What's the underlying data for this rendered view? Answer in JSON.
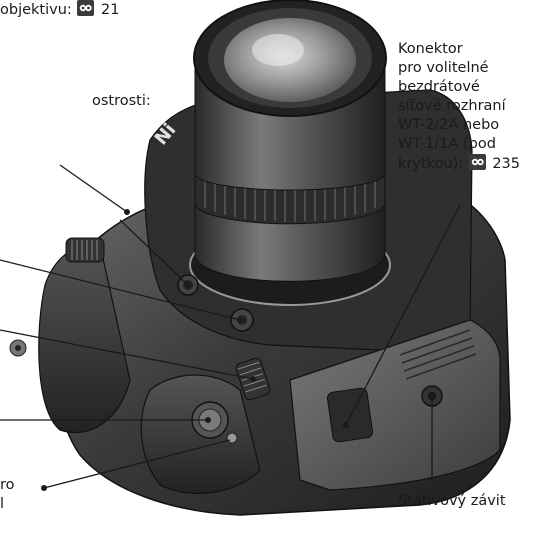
{
  "labels": {
    "lens_info": {
      "text": "objektivu:",
      "page_ref": "21"
    },
    "focus": {
      "text": "ostrosti:"
    },
    "connector": {
      "line1": "Konektor",
      "line2": "pro volitelné",
      "line3": "bezdrátové",
      "line4": "síťové rozhraní",
      "line5": "WT-2/2A nebo",
      "line6": "WT-1/1A (pod",
      "line7": "krytkou):",
      "page_ref": "235"
    },
    "tripod": {
      "text": "Stativový závit"
    },
    "bottom_left": {
      "line1": "ro",
      "line2": "l"
    }
  },
  "icons": {
    "page_ref_icon": "manual-reference-icon"
  },
  "colors": {
    "text": "#1a1a1a",
    "ref_icon_bg": "#3a3a3a",
    "camera_dark": "#2b2b2b",
    "camera_mid": "#5a5a5a",
    "camera_light": "#9a9a9a"
  }
}
